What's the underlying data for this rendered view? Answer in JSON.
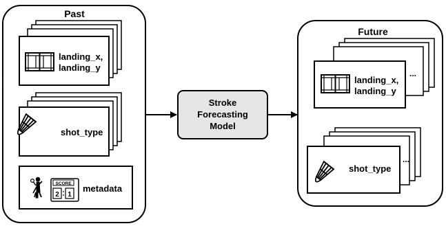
{
  "past": {
    "title": "Past",
    "landing_line1": "landing_x,",
    "landing_line2": "landing_y",
    "shot_type": "shot_type",
    "metadata": "metadata",
    "score_label": "SCORE",
    "score_left": "2",
    "score_right": "1"
  },
  "model": {
    "line1": "Stroke",
    "line2": "Forecasting",
    "line3": "Model"
  },
  "future": {
    "title": "Future",
    "landing_line1": "landing_x,",
    "landing_line2": "landing_y",
    "shot_type": "shot_type",
    "ellipsis_top": "...",
    "ellipsis_bottom": "..."
  }
}
